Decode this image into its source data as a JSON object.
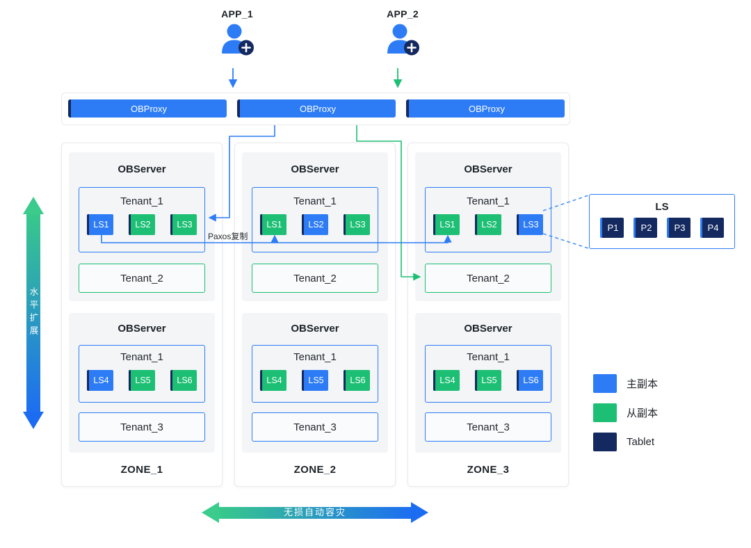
{
  "apps": [
    {
      "label": "APP_1"
    },
    {
      "label": "APP_2"
    }
  ],
  "proxy_row": {
    "items": [
      {
        "label": "OBProxy"
      },
      {
        "label": "OBProxy"
      },
      {
        "label": "OBProxy"
      }
    ]
  },
  "zones": [
    {
      "name": "ZONE_1",
      "servers": [
        {
          "title": "OBServer",
          "tenant": {
            "name": "Tenant_1",
            "ls": [
              {
                "label": "LS1",
                "role": "primary"
              },
              {
                "label": "LS2",
                "role": "follower"
              },
              {
                "label": "LS3",
                "role": "follower"
              }
            ]
          },
          "sub_tenant": {
            "name": "Tenant_2",
            "accent": "green"
          }
        },
        {
          "title": "OBServer",
          "tenant": {
            "name": "Tenant_1",
            "ls": [
              {
                "label": "LS4",
                "role": "primary"
              },
              {
                "label": "LS5",
                "role": "follower"
              },
              {
                "label": "LS6",
                "role": "follower"
              }
            ]
          },
          "sub_tenant": {
            "name": "Tenant_3",
            "accent": "blue"
          }
        }
      ]
    },
    {
      "name": "ZONE_2",
      "servers": [
        {
          "title": "OBServer",
          "tenant": {
            "name": "Tenant_1",
            "ls": [
              {
                "label": "LS1",
                "role": "follower"
              },
              {
                "label": "LS2",
                "role": "primary"
              },
              {
                "label": "LS3",
                "role": "follower"
              }
            ]
          },
          "sub_tenant": {
            "name": "Tenant_2",
            "accent": "green"
          }
        },
        {
          "title": "OBServer",
          "tenant": {
            "name": "Tenant_1",
            "ls": [
              {
                "label": "LS4",
                "role": "follower"
              },
              {
                "label": "LS5",
                "role": "primary"
              },
              {
                "label": "LS6",
                "role": "follower"
              }
            ]
          },
          "sub_tenant": {
            "name": "Tenant_3",
            "accent": "blue"
          }
        }
      ]
    },
    {
      "name": "ZONE_3",
      "servers": [
        {
          "title": "OBServer",
          "tenant": {
            "name": "Tenant_1",
            "ls": [
              {
                "label": "LS1",
                "role": "follower"
              },
              {
                "label": "LS2",
                "role": "follower"
              },
              {
                "label": "LS3",
                "role": "primary"
              }
            ]
          },
          "sub_tenant": {
            "name": "Tenant_2",
            "accent": "green"
          }
        },
        {
          "title": "OBServer",
          "tenant": {
            "name": "Tenant_1",
            "ls": [
              {
                "label": "LS4",
                "role": "follower"
              },
              {
                "label": "LS5",
                "role": "follower"
              },
              {
                "label": "LS6",
                "role": "primary"
              }
            ]
          },
          "sub_tenant": {
            "name": "Tenant_3",
            "accent": "blue"
          }
        }
      ]
    }
  ],
  "ls_detail": {
    "title": "LS",
    "tablets": [
      {
        "label": "P1"
      },
      {
        "label": "P2"
      },
      {
        "label": "P3"
      },
      {
        "label": "P4"
      }
    ]
  },
  "legend": {
    "items": [
      {
        "label": "主副本",
        "color": "#2d7cf6"
      },
      {
        "label": "从副本",
        "color": "#1cbf73"
      },
      {
        "label": "Tablet",
        "color": "#13295f"
      }
    ]
  },
  "annotations": {
    "paxos_label": "Paxos复制",
    "vertical_arrow_label": "水平扩展",
    "horizontal_arrow_label": "无损自动容灾"
  },
  "colors": {
    "primary_blue": "#2d7cf6",
    "follower_green": "#1cbf73",
    "tablet_navy": "#13295f"
  }
}
